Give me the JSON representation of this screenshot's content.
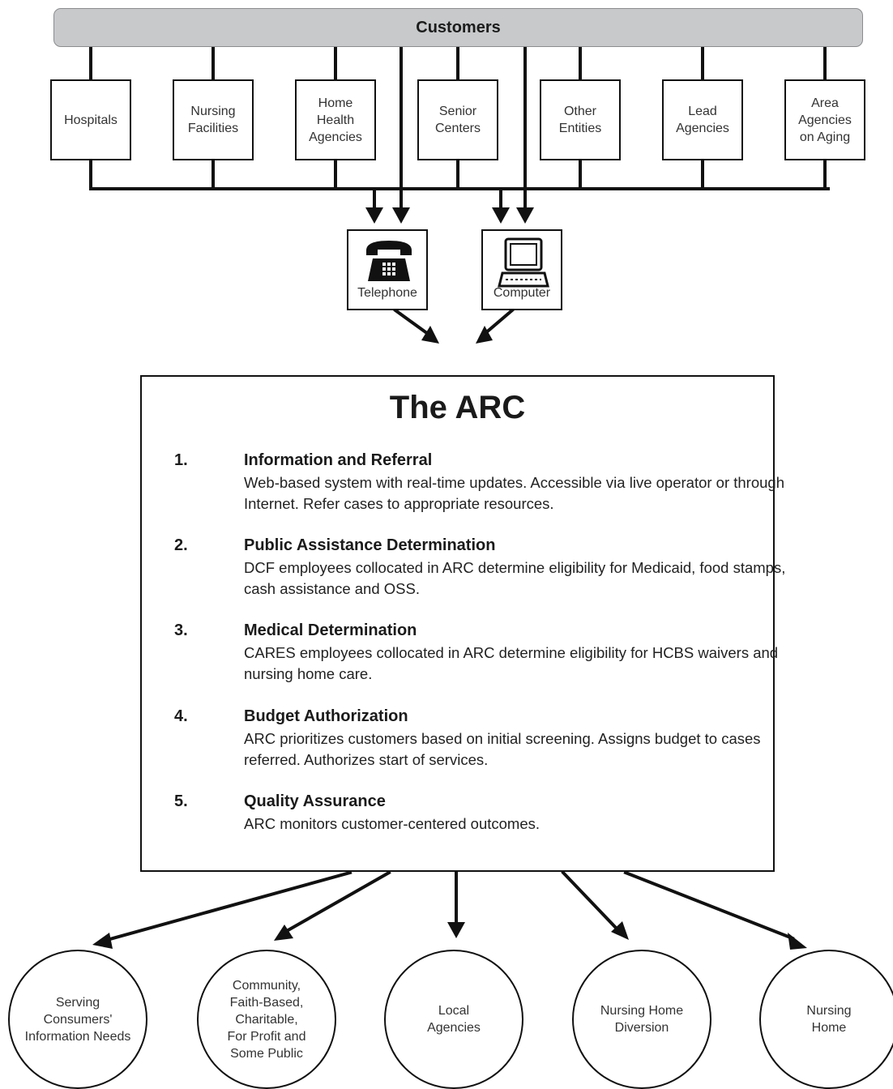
{
  "customers_label": "Customers",
  "entities": [
    {
      "label": "Hospitals"
    },
    {
      "label": "Nursing\nFacilities"
    },
    {
      "label": "Home\nHealth\nAgencies"
    },
    {
      "label": "Senior\nCenters"
    },
    {
      "label": "Other\nEntities"
    },
    {
      "label": "Lead\nAgencies"
    },
    {
      "label": "Area\nAgencies\non Aging"
    }
  ],
  "channels": {
    "telephone": {
      "label": "Telephone",
      "icon": "telephone-icon"
    },
    "computer": {
      "label": "Computer",
      "icon": "computer-icon"
    }
  },
  "arc": {
    "title": "The ARC",
    "items": [
      {
        "number": "1.",
        "heading": "Information and Referral",
        "text": "Web-based system with real-time updates.  Accessible via live operator or through Internet.  Refer cases to appropriate resources."
      },
      {
        "number": "2.",
        "heading": "Public Assistance Determination",
        "text": "DCF employees collocated in ARC determine eligibility for Medicaid, food stamps, cash assistance and OSS."
      },
      {
        "number": "3.",
        "heading": "Medical Determination",
        "text": "CARES employees collocated in ARC determine eligibility for HCBS waivers and nursing home care."
      },
      {
        "number": "4.",
        "heading": "Budget Authorization",
        "text": "ARC prioritizes customers based on initial screening.  Assigns budget to cases referred.  Authorizes start of services."
      },
      {
        "number": "5.",
        "heading": "Quality Assurance",
        "text": "ARC monitors customer-centered outcomes."
      }
    ]
  },
  "outcomes": [
    {
      "label": "Serving\nConsumers'\nInformation Needs"
    },
    {
      "label": "Community,\nFaith-Based,\nCharitable,\nFor Profit and\nSome Public"
    },
    {
      "label": "Local\nAgencies"
    },
    {
      "label": "Nursing Home\nDiversion"
    },
    {
      "label": "Nursing\nHome"
    }
  ],
  "colors": {
    "bar_fill": "#c7c9cb",
    "line": "#111111"
  }
}
